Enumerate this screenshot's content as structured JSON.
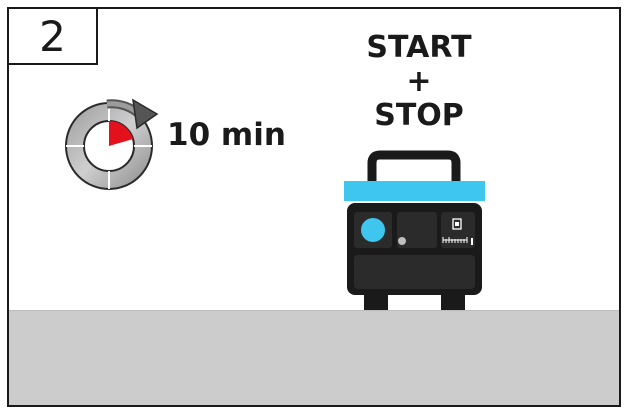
{
  "step": {
    "number": "2"
  },
  "timer": {
    "duration": "10 min",
    "icon": "timer-icon"
  },
  "instruction": {
    "line1": "START",
    "line2": "+",
    "line3": "STOP"
  },
  "generator": {
    "icon": "generator-icon"
  },
  "colors": {
    "accent_blue": "#3fc6ef",
    "pointer_red": "#e3111c",
    "floor_gray": "#cccccc",
    "dark": "#1a1a1a"
  }
}
